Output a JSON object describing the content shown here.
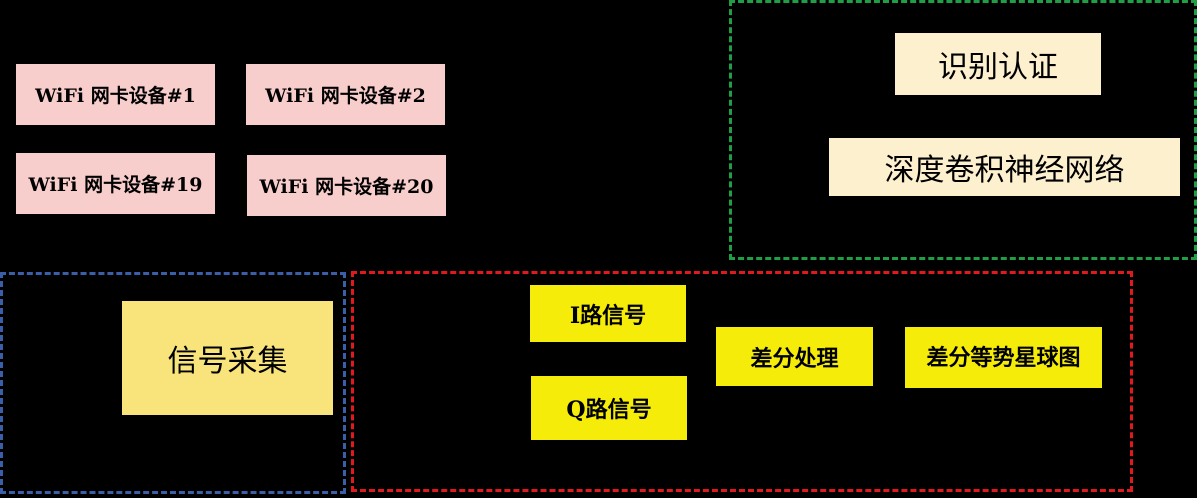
{
  "devices": [
    "WiFi 网卡设备#1",
    "WiFi 网卡设备#2",
    "WiFi 网卡设备#19",
    "WiFi 网卡设备#20"
  ],
  "recognition": {
    "auth": "识别认证",
    "network": "深度卷积神经网络"
  },
  "collection": {
    "label": "信号采集"
  },
  "processing": {
    "i_signal": "I路信号",
    "q_signal": "Q路信号",
    "diff_process": "差分处理",
    "constellation": "差分等势星球图"
  },
  "colors": {
    "device_fill": "#f8cecc",
    "recognition_fill": "#fdf0cf",
    "collection_fill": "#f8e47a",
    "processing_fill": "#f5ec0a",
    "green_frame": "#1f9e46",
    "blue_frame": "#3a5ea8",
    "red_frame": "#e0191e"
  }
}
